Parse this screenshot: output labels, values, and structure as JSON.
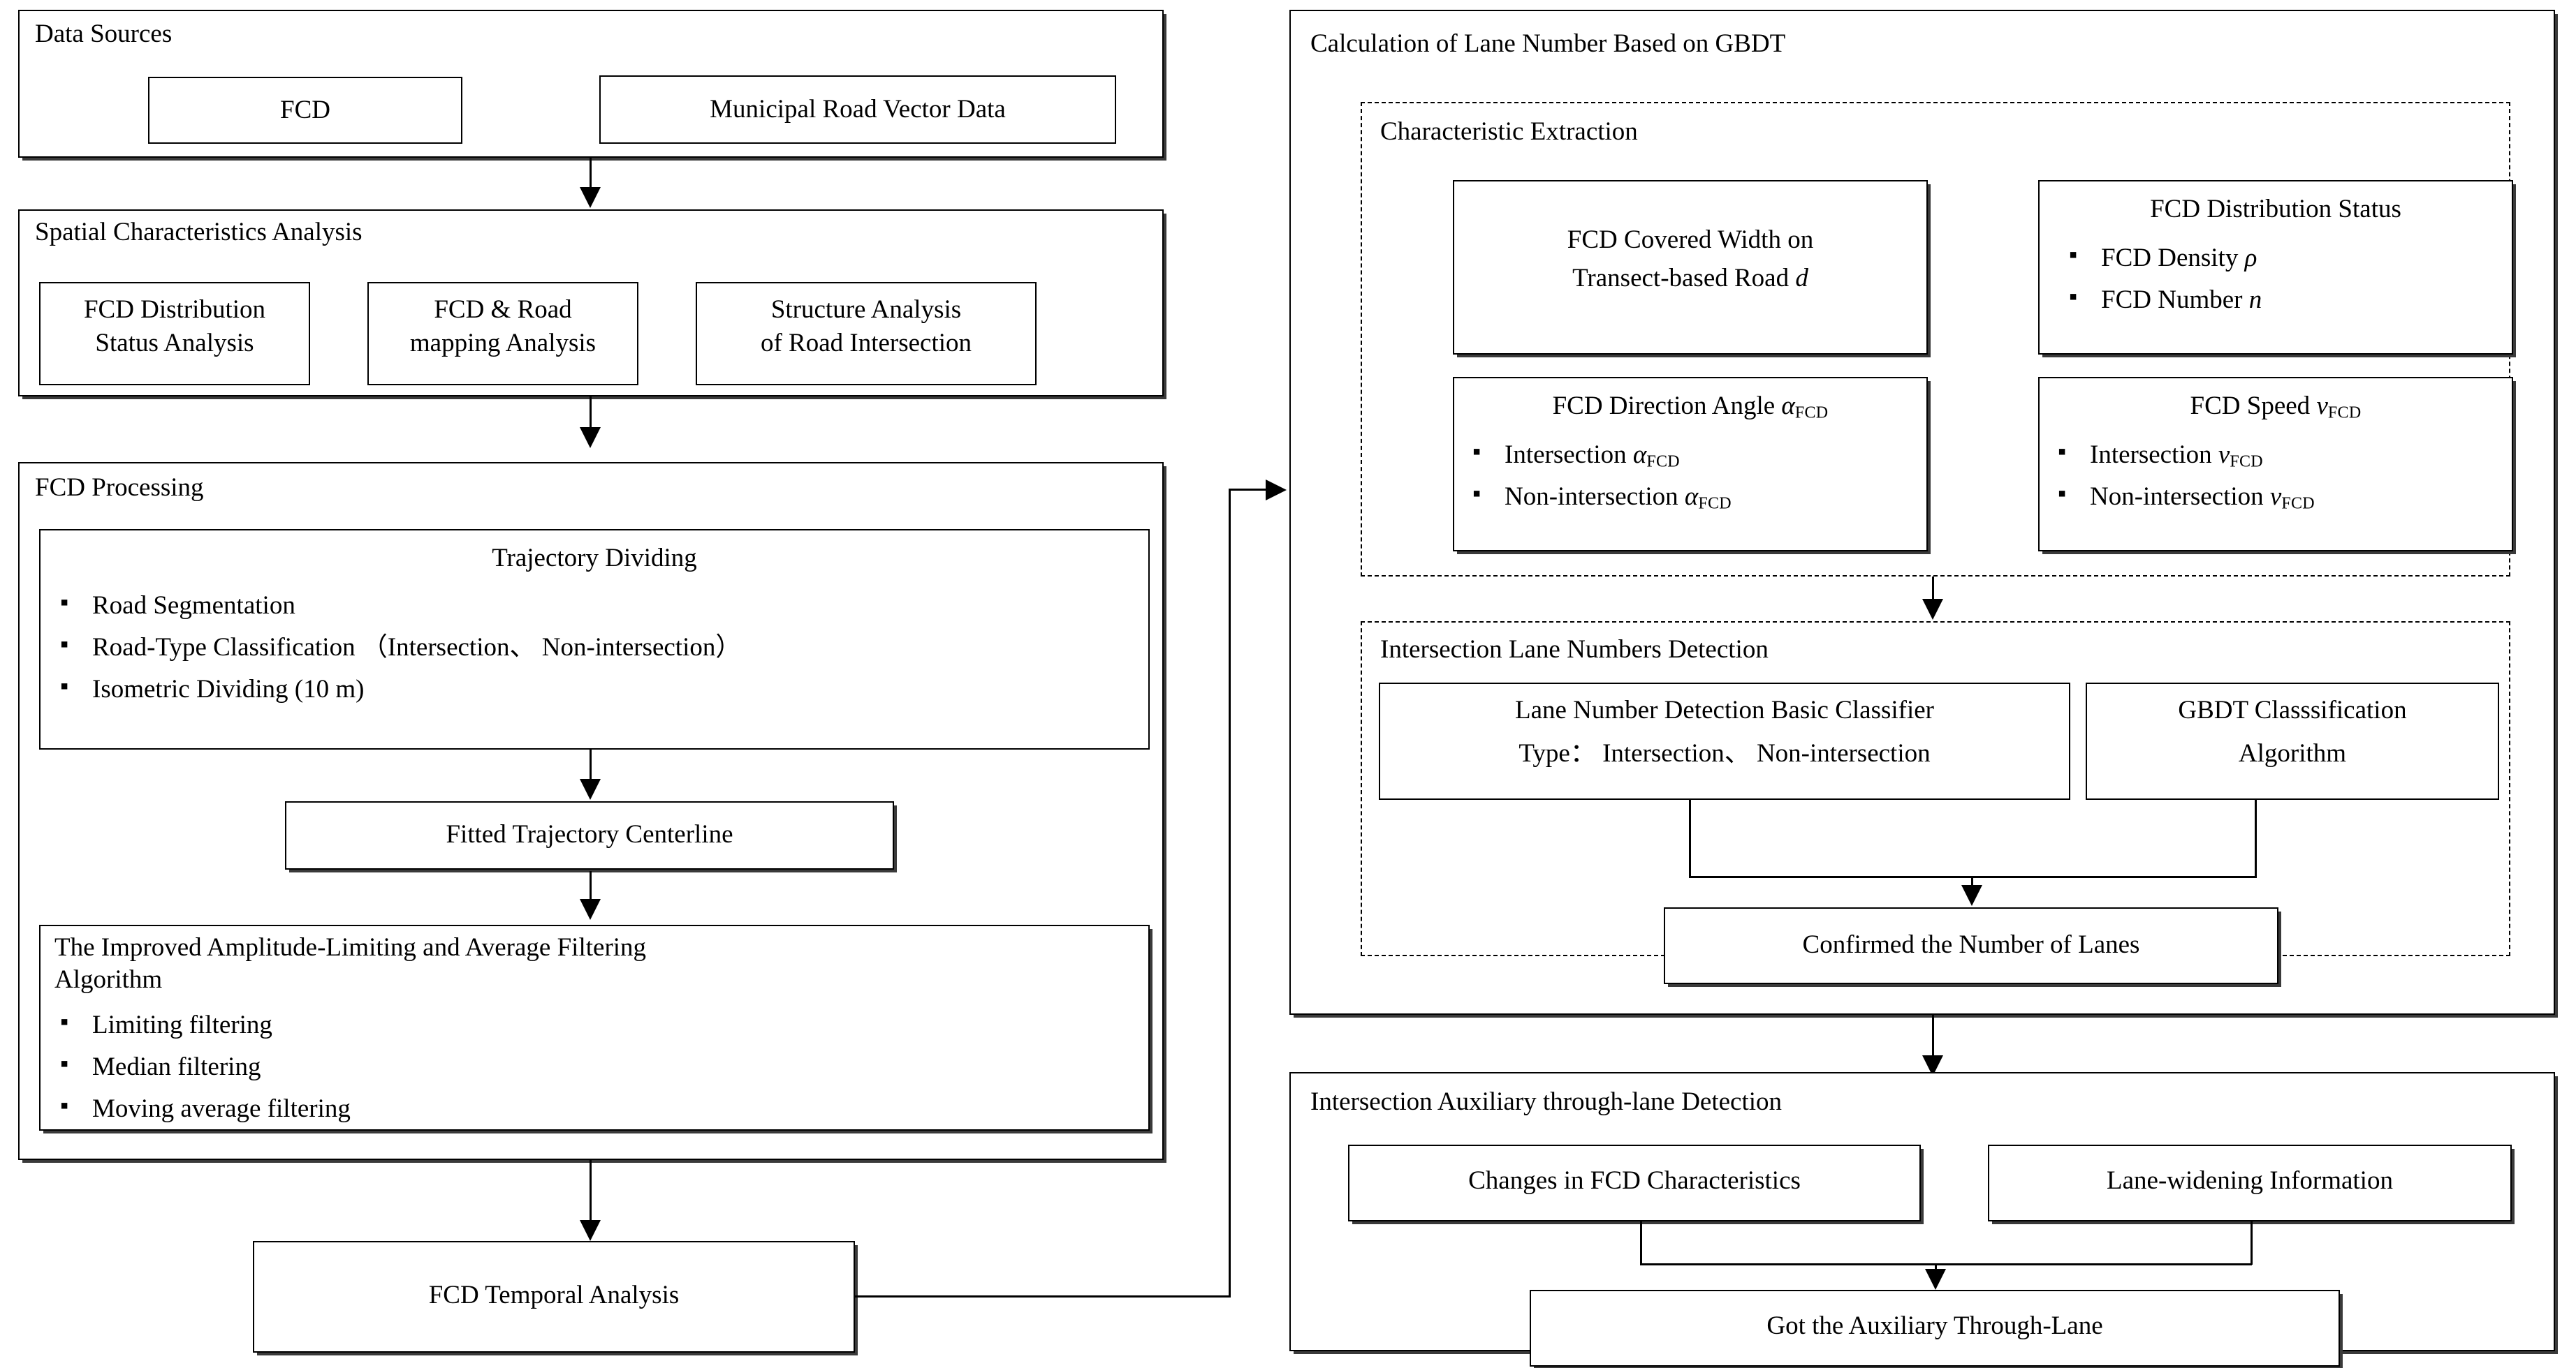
{
  "diagram": {
    "left": {
      "data_sources": {
        "title": "Data Sources",
        "fcd": "FCD",
        "municipal": "Municipal Road Vector Data"
      },
      "spatial": {
        "title": "Spatial Characteristics Analysis",
        "b1_l1": "FCD Distribution",
        "b1_l2": "Status Analysis",
        "b2_l1": "FCD & Road",
        "b2_l2": "mapping Analysis",
        "b3_l1": "Structure Analysis",
        "b3_l2": "of Road Intersection"
      },
      "fcd_processing": {
        "title": "FCD Processing",
        "trajectory_title": "Trajectory Dividing",
        "trajectory_items": [
          "Road Segmentation",
          "Road-Type Classification （Intersection、 Non-intersection）",
          "Isometric Dividing (10 m)"
        ],
        "centerline": "Fitted  Trajectory Centerline",
        "filter_title_l1": "The Improved Amplitude-Limiting and Average Filtering",
        "filter_title_l2": "Algorithm",
        "filter_items": [
          "Limiting filtering",
          "Median filtering",
          "Moving average filtering"
        ]
      },
      "temporal": "FCD Temporal Analysis"
    },
    "right": {
      "gbdt": {
        "title": "Calculation of Lane Number Based on GBDT",
        "char_ext": {
          "title": "Characteristic Extraction",
          "width_l1": "FCD Covered Width on",
          "width_l2_a": "Transect-based Road ",
          "width_l2_b": "d",
          "dist_title": "FCD Distribution Status",
          "dist_i1_a": "FCD Density ",
          "dist_i1_b": "ρ",
          "dist_i2_a": "FCD Number ",
          "dist_i2_b": "n",
          "angle_title_a": "FCD Direction Angle ",
          "angle_title_b": "α",
          "angle_title_sub": "FCD",
          "angle_i1_a": "Intersection ",
          "angle_i1_b": "α",
          "angle_i1_sub": "FCD",
          "angle_i2_a": "Non-intersection ",
          "angle_i2_b": "α",
          "angle_i2_sub": "FCD",
          "speed_title_a": "FCD Speed ",
          "speed_title_b": "v",
          "speed_title_sub": "FCD",
          "speed_i1_a": "Intersection ",
          "speed_i1_b": "v",
          "speed_i1_sub": "FCD",
          "speed_i2_a": "Non-intersection ",
          "speed_i2_b": "v",
          "speed_i2_sub": "FCD"
        },
        "lane_detect": {
          "title": "Intersection Lane Numbers Detection",
          "classifier_l1": "Lane Number Detection Basic Classifier",
          "classifier_l2": "Type： Intersection、 Non-intersection",
          "gbdt_l1": "GBDT Classsification",
          "gbdt_l2": "Algorithm",
          "confirmed": "Confirmed the Number of Lanes"
        }
      },
      "aux": {
        "title": "Intersection Auxiliary through-lane Detection",
        "changes": "Changes in FCD Characteristics",
        "widening": "Lane-widening Information",
        "result": "Got the Auxiliary Through-Lane"
      }
    }
  },
  "colors": {
    "line": "#000000",
    "background": "#ffffff",
    "shadow": "#3a3a3a"
  }
}
